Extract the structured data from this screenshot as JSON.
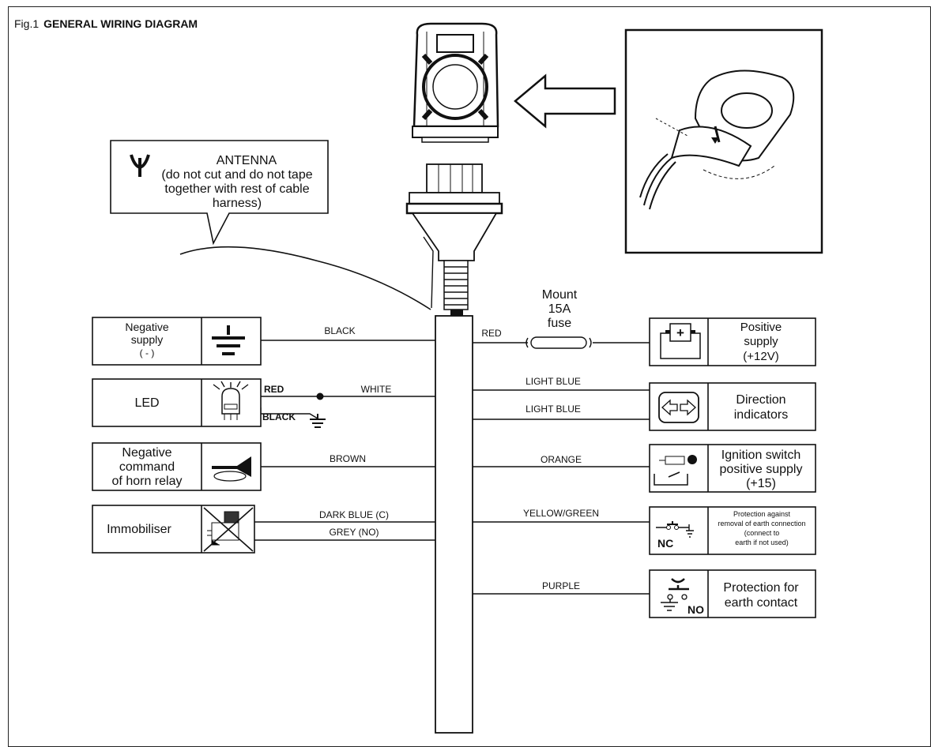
{
  "figure": {
    "number": "Fig.1",
    "title": "GENERAL WIRING DIAGRAM"
  },
  "antenna": {
    "lines": [
      "ANTENNA",
      "(do not cut and do not tape",
      "together with rest of cable",
      "harness)"
    ]
  },
  "fuse": {
    "lines": [
      "Mount",
      "15A",
      "fuse"
    ]
  },
  "left_components": [
    {
      "label_lines": [
        "Negative",
        "supply",
        "( - )"
      ],
      "icon": "ground-icon",
      "wires": [
        "BLACK"
      ]
    },
    {
      "label_lines": [
        "LED"
      ],
      "icon": "led-icon",
      "wires": [
        "WHITE"
      ],
      "pins": [
        "RED",
        "BLACK"
      ]
    },
    {
      "label_lines": [
        "Negative",
        "command",
        "of horn relay"
      ],
      "icon": "horn-icon",
      "wires": [
        "BROWN"
      ]
    },
    {
      "label_lines": [
        "Immobiliser"
      ],
      "icon": "immobiliser-icon",
      "wires": [
        "DARK BLUE (C)",
        "GREY (NO)"
      ]
    }
  ],
  "right_components": [
    {
      "label_lines": [
        "Positive",
        "supply",
        "(+12V)"
      ],
      "icon": "battery-icon",
      "wires": [
        "RED"
      ]
    },
    {
      "label_lines": [
        "Direction",
        "indicators"
      ],
      "icon": "arrows-icon",
      "wires": [
        "LIGHT BLUE",
        "LIGHT BLUE"
      ]
    },
    {
      "label_lines": [
        "Ignition switch",
        "positive supply",
        "(+15)"
      ],
      "icon": "ignition-icon",
      "wires": [
        "ORANGE"
      ]
    },
    {
      "label_lines": [
        "Protection against",
        "removal of earth connection",
        "(connect to",
        "earth if not used)"
      ],
      "icon": "nc-switch-icon",
      "wires": [
        "YELLOW/GREEN"
      ],
      "icon_text": "NC"
    },
    {
      "label_lines": [
        "Protection for",
        "earth contact"
      ],
      "icon": "no-switch-icon",
      "wires": [
        "PURPLE"
      ],
      "icon_text": "NO"
    }
  ]
}
